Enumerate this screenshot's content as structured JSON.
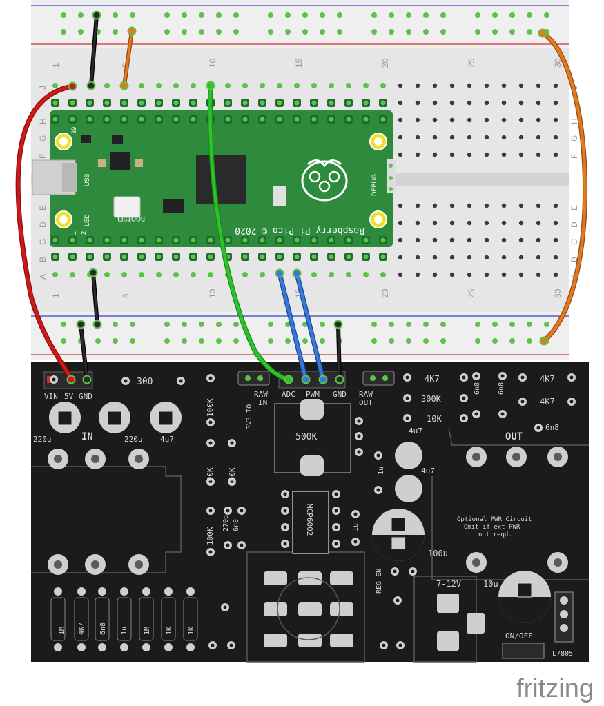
{
  "breadboard": {
    "top_column_numbers": [
      "1",
      "5",
      "10",
      "15",
      "20",
      "25",
      "30"
    ],
    "bottom_column_numbers": [
      "1",
      "5",
      "10",
      "15",
      "20",
      "25",
      "30"
    ],
    "row_letters_top": [
      "J",
      "I",
      "H",
      "G",
      "F"
    ],
    "row_letters_bottom": [
      "E",
      "D",
      "C",
      "B",
      "A"
    ]
  },
  "pico": {
    "name_text": "Raspberry Pi Pico © 2020",
    "usb_label": "USB",
    "led_label": "LED",
    "bootsel_label": "BOOTSEL",
    "debug_label": "DEBUG",
    "pin_39": "39",
    "pin_1": "1",
    "pin_2": "2"
  },
  "pcb": {
    "vin_label": "VIN",
    "v5_label": "5V",
    "gnd_label": "GND",
    "res_300": "300",
    "raw_in_label_1": "RAW",
    "raw_in_label_2": "IN",
    "adc_label": "ADC",
    "pwm_label": "PWM",
    "gnd2_label": "GND",
    "raw_out_label_1": "RAW",
    "raw_out_label_2": "OUT",
    "v3v3_label": "3V3 TO",
    "res_4k7_a": "4K7",
    "res_300k": "300K",
    "res_10k": "10K",
    "res_4k7_b": "4K7",
    "res_4k7_c": "4K7",
    "cap_6n8_a": "6n8",
    "cap_6n8_b": "6n8",
    "cap_6n8_c": "6n8",
    "cap_4u7_a": "4u7",
    "cap_4u7_b": "4u7",
    "cap_4u7_c": "4u7",
    "cap_220u_a": "220u",
    "cap_220u_b": "220u",
    "in_label": "IN",
    "out_label": "OUT",
    "pot_500k": "500K",
    "res_100k_1": "100K",
    "res_100k_2": "100K",
    "res_100k_3": "100K",
    "res_100k_4": "100K",
    "cap_270p": "270p",
    "cap_6n8_d": "6n8",
    "ic_label": "MCP6002",
    "cap_1u_a": "1u",
    "cap_1u_b": "1u",
    "cap_100u": "100u",
    "optional_line1": "Optional PWR Circuit",
    "optional_line2": "Omit if ext PWR",
    "optional_line3": "not reqd.",
    "reg_en": "REG EN",
    "v7_12": "7-12V",
    "cap_10u": "10u",
    "on_off": "ON/OFF",
    "reg_l7805": "L7805",
    "bottom_parts": [
      "1M",
      "4K7",
      "6n8",
      "1u",
      "1M",
      "1K",
      "1K"
    ]
  },
  "fritzing_logo": "fritzing",
  "colors": {
    "breadboard": "#e8e8e8",
    "hole": "#3a3a3a",
    "hole_active": "#5cc24a",
    "pico": "#2e8b3e",
    "pcb": "#1b1b1b",
    "silk": "#d8d8d8",
    "wire_red": "#d01818",
    "wire_black": "#1a1a1a",
    "wire_orange": "#e07a20",
    "wire_green": "#2ec22e",
    "wire_blue": "#3a78d8",
    "rail_red": "#d03030",
    "rail_blue": "#3040c8"
  }
}
